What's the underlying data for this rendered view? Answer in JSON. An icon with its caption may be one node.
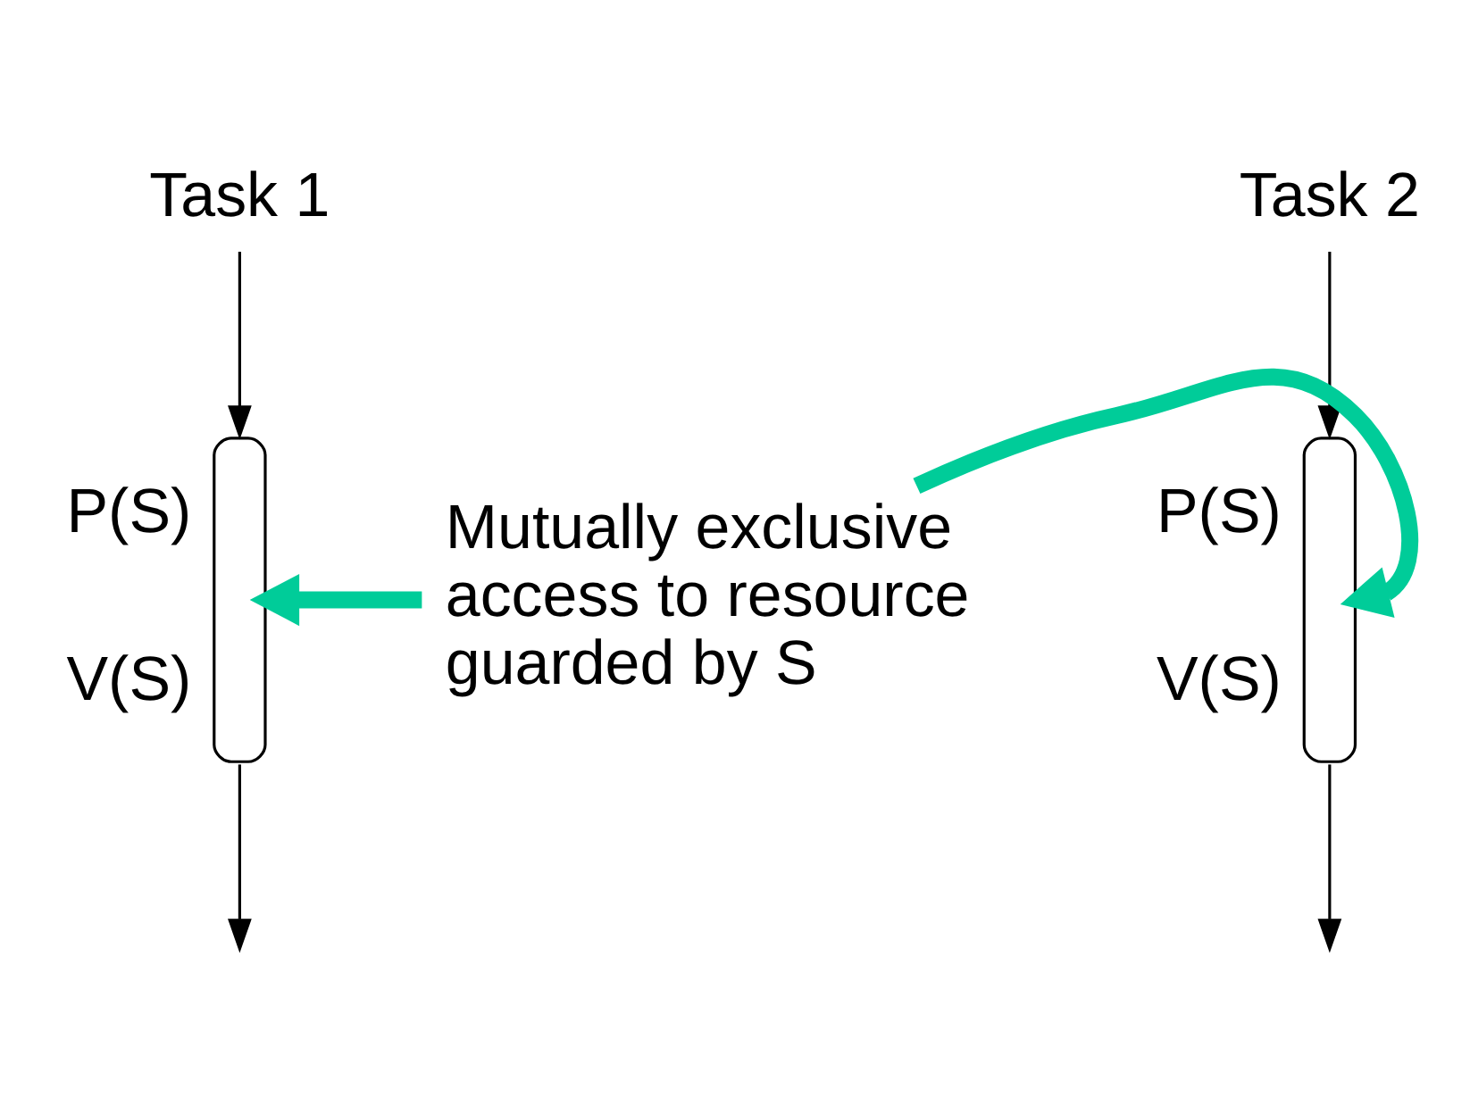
{
  "diagram": {
    "nodes": [
      {
        "text": [
          "Task 1"
        ]
      },
      {
        "text": [
          "Task 2"
        ]
      },
      {
        "text": [],
        "shape": "zigzag",
        "beside": [
          "P(S)",
          "V(S)"
        ]
      },
      {
        "text": [
          "Mutually exclusive access to resource guarded by S"
        ]
      },
      {
        "text": [],
        "shape": "zigzag",
        "beside": [
          "P(S)",
          "V(S)"
        ]
      }
    ],
    "edges": [
      {
        "from": 0,
        "to": 2,
        "arrow": "to"
      },
      {
        "from": 2,
        "to": null,
        "arrow": "to"
      },
      {
        "from": 1,
        "to": 4,
        "arrow": "to"
      },
      {
        "from": 4,
        "to": null,
        "arrow": "to"
      },
      {
        "from": 3,
        "to": 2,
        "arrow": "to",
        "style": "thick",
        "color": "#00cc99"
      },
      {
        "from": 3,
        "to": 4,
        "arrow": "to",
        "style": "thick",
        "color": "#00cc99"
      }
    ]
  }
}
